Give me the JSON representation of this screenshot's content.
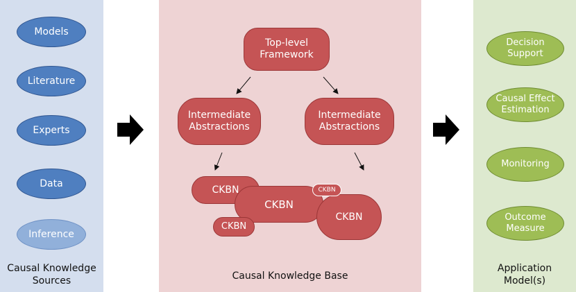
{
  "sources": {
    "items": [
      "Models",
      "Literature",
      "Experts",
      "Data",
      "Inference"
    ],
    "caption_line1": "Causal Knowledge",
    "caption_line2": "Sources"
  },
  "knowledge_base": {
    "top": {
      "line1": "Top-level",
      "line2": "Framework"
    },
    "intermediate_left": {
      "line1": "Intermediate",
      "line2": "Abstractions"
    },
    "intermediate_right": {
      "line1": "Intermediate",
      "line2": "Abstractions"
    },
    "ckbn_label": "CKBN",
    "caption": "Causal Knowledge Base"
  },
  "applications": {
    "items": [
      {
        "line1": "Decision",
        "line2": "Support"
      },
      {
        "line1": "Causal Effect",
        "line2": "Estimation"
      },
      {
        "line1": "Monitoring",
        "line2": ""
      },
      {
        "line1": "Outcome",
        "line2": "Measure"
      }
    ],
    "caption_line1": "Application",
    "caption_line2": "Model(s)"
  },
  "colors": {
    "source_fill": "#4f7fc0",
    "source_fill_light": "#91b0da",
    "kb_fill": "#c55455",
    "app_fill": "#9ebd55",
    "left_panel": "#d4deee",
    "middle_panel": "#eed3d4",
    "right_panel": "#dde9cf"
  }
}
